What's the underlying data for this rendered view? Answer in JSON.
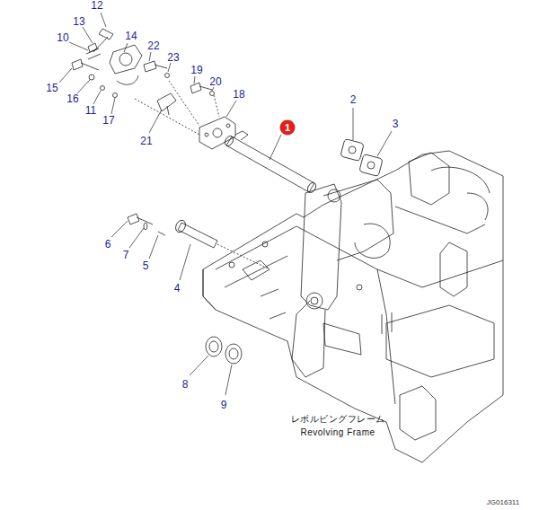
{
  "diagram": {
    "nodes": [
      {
        "text": [
          "1"
        ]
      }
    ],
    "labels": [
      "12",
      "13",
      "10",
      "14",
      "22",
      "23",
      "19",
      "20",
      "18",
      "15",
      "16",
      "11",
      "17",
      "21",
      "2",
      "3",
      "6",
      "7",
      "5",
      "4",
      "8",
      "9",
      "レボルビングフレーム",
      "Revolving Frame",
      "JG016311"
    ]
  }
}
